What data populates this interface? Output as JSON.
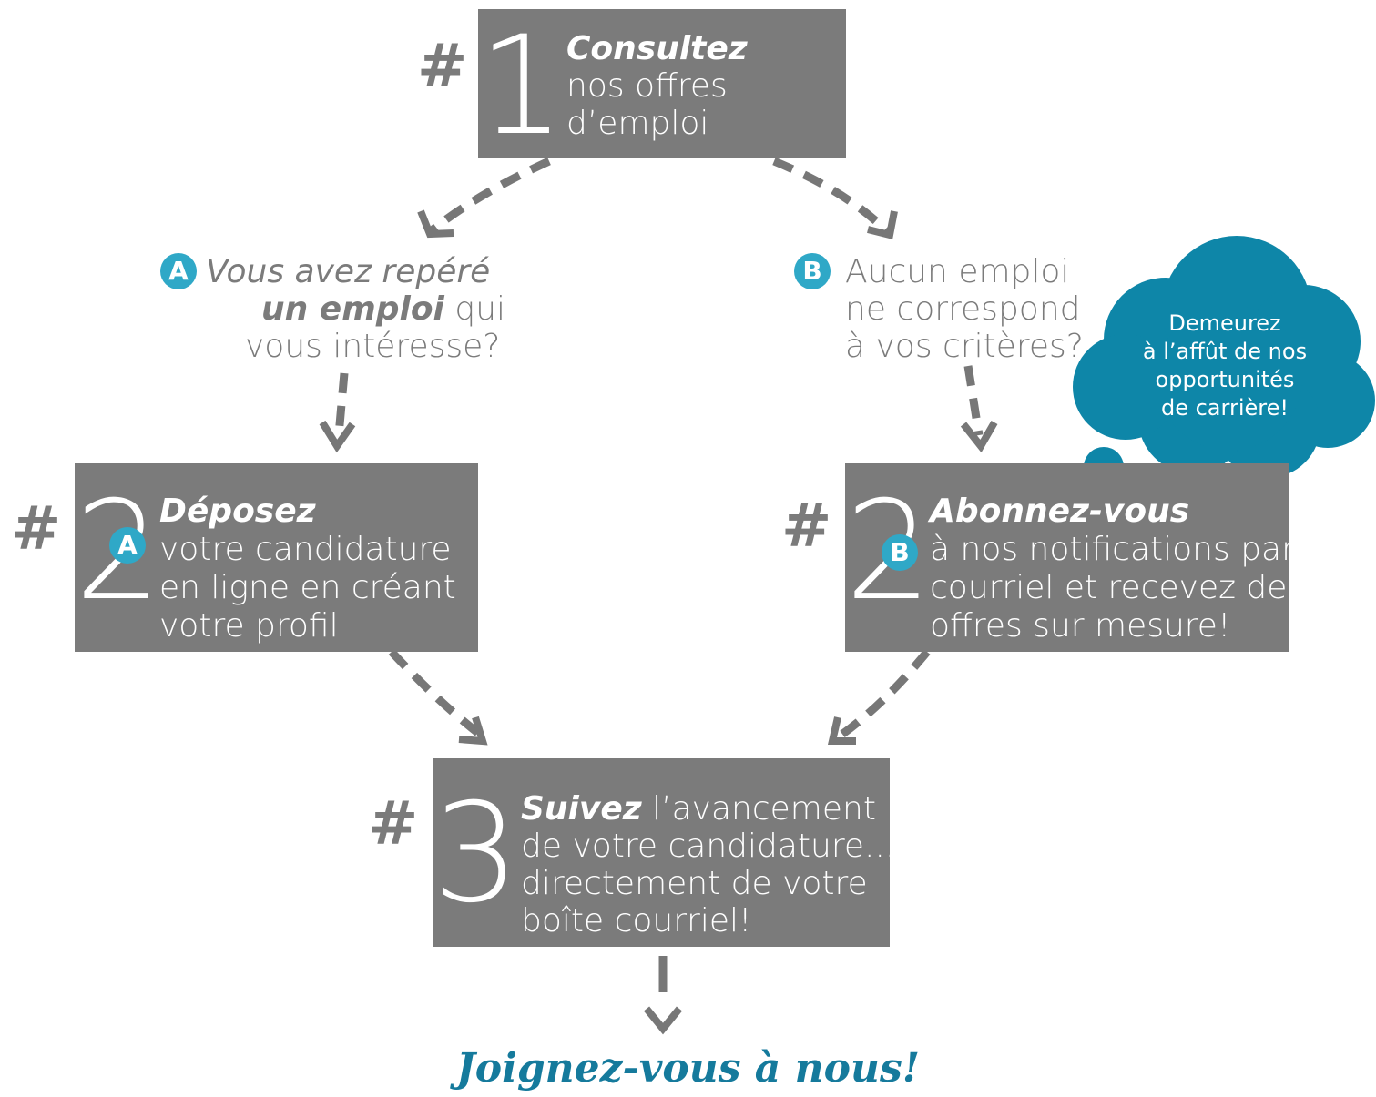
{
  "step1": {
    "hash": "#",
    "number": "1",
    "title": "Consultez",
    "line2": "nos offres",
    "line3": "d’emploi"
  },
  "questionA": {
    "badge": "A",
    "line1": "Vous avez repéré",
    "line2_em": "un emploi",
    "line2_rest": " qui",
    "line3": "vous intéresse?"
  },
  "questionB": {
    "badge": "B",
    "line1": "Aucun emploi",
    "line2": "ne correspond",
    "line3": "à vos critères?"
  },
  "cloud": {
    "line1": "Demeurez",
    "line2": "à l’affût de nos",
    "line3": "opportunités",
    "line4": "de carrière!"
  },
  "step2a": {
    "hash": "#",
    "number": "2",
    "badge": "A",
    "title": "Déposez",
    "line2": "votre candidature",
    "line3": "en ligne  en créant",
    "line4": "votre profil"
  },
  "step2b": {
    "hash": "#",
    "number": "2",
    "badge": "B",
    "title": "Abonnez-vous",
    "line2": "à nos notifications par",
    "line3": "courriel et recevez des",
    "line4": "offres sur mesure!"
  },
  "step3": {
    "hash": "#",
    "number": "3",
    "title": "Suivez",
    "title_rest": " l’avancement",
    "line2": "de votre candidature...",
    "line3": "directement de votre",
    "line4": "boîte courriel!"
  },
  "footer": {
    "cta": "Joignez-vous à nous!"
  },
  "colors": {
    "box": "#7b7b7b",
    "badge": "#2fa8c7",
    "cloud": "#0e86a8",
    "cta": "#157a9c"
  }
}
